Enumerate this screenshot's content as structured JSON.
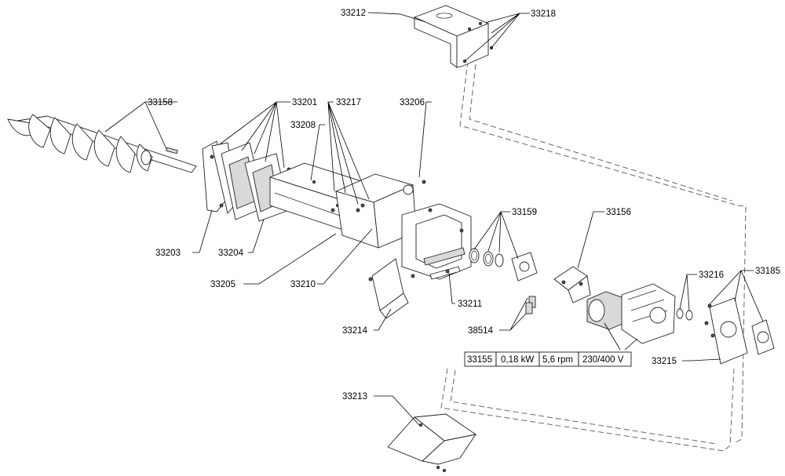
{
  "parts": {
    "p33212": "33212",
    "p33218": "33218",
    "p33158": "33158",
    "p33201": "33201",
    "p33217": "33217",
    "p33206": "33206",
    "p33208": "33208",
    "p33159": "33159",
    "p33156": "33156",
    "p33203": "33203",
    "p33204": "33204",
    "p33205": "33205",
    "p33210": "33210",
    "p33211": "33211",
    "p33216": "33216",
    "p33185": "33185",
    "p38514": "38514",
    "p33214": "33214",
    "p33215": "33215",
    "p33213": "33213"
  },
  "motor_spec": {
    "code": "33155",
    "power": "0,18 kW",
    "speed": "5,6 rpm",
    "voltage": "230/400 V"
  }
}
